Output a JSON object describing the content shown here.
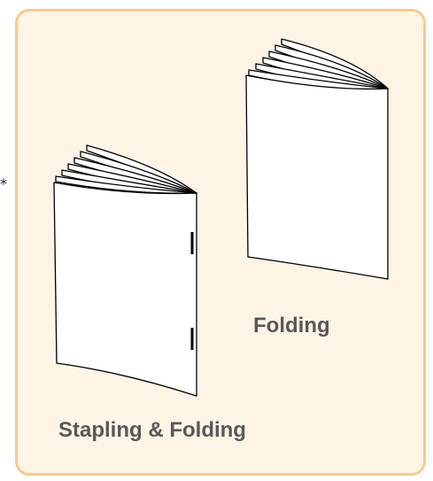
{
  "labels": {
    "folding": "Folding",
    "stapling_folding": "Stapling & Folding",
    "asterisk": "*"
  },
  "colors": {
    "panel_background": "#fdf4e6",
    "panel_border": "#f7cb8a",
    "label_text": "#585858",
    "line": "#000000"
  },
  "illustrations": [
    {
      "name": "folded-booklet-illustration",
      "staples": false
    },
    {
      "name": "stapled-booklet-illustration",
      "staples": true
    }
  ]
}
